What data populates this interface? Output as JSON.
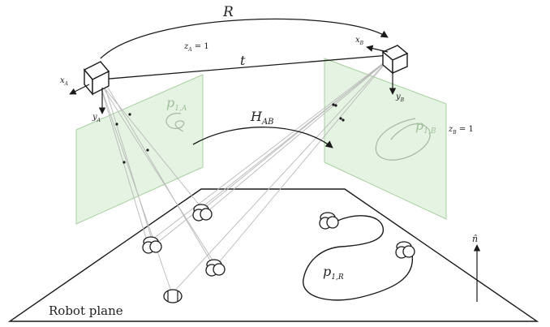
{
  "labels": {
    "R": "R",
    "t": "t",
    "H": "H",
    "H_sub": "AB",
    "zA": "z",
    "zA_sub": "A",
    "zA_eq": " = 1",
    "zB": "z",
    "zB_sub": "B",
    "zB_eq": " = 1",
    "xA": "x",
    "xA_sub": "A",
    "yA": "y",
    "yA_sub": "A",
    "xB": "x",
    "xB_sub": "B",
    "yB": "y",
    "yB_sub": "B",
    "p1A": "p",
    "p1A_sub": "1,A",
    "p1B": "p",
    "p1B_sub": "1,B",
    "p1R": "p",
    "p1R_sub": "1,R",
    "n_hat": "n̂",
    "robot_plane": "Robot plane"
  },
  "colors": {
    "image_plane_fill": "#dcefd8",
    "image_plane_stroke": "#a8cfa0",
    "projection_ray": "#b9b9b9",
    "ink": "#1a1a1a",
    "plane_text": "#9fbf98"
  }
}
